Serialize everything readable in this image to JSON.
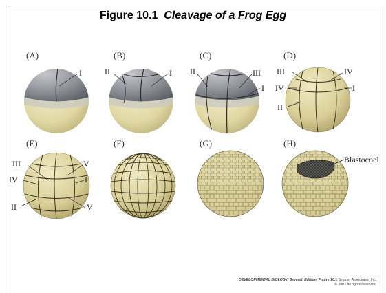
{
  "figure": {
    "number": "Figure 10.1",
    "title": "Cleavage of a Frog Egg"
  },
  "panels": [
    {
      "id": "A",
      "label": "(A)",
      "annotations": [
        "I"
      ]
    },
    {
      "id": "B",
      "label": "(B)",
      "annotations": [
        "II",
        "I"
      ]
    },
    {
      "id": "C",
      "label": "(C)",
      "annotations": [
        "II",
        "III",
        "I"
      ]
    },
    {
      "id": "D",
      "label": "(D)",
      "annotations": [
        "III",
        "IV",
        "IV",
        "I",
        "II"
      ]
    },
    {
      "id": "E",
      "label": "(E)",
      "annotations": [
        "III",
        "V",
        "IV",
        "I",
        "II",
        "V"
      ]
    },
    {
      "id": "F",
      "label": "(F)",
      "annotations": []
    },
    {
      "id": "G",
      "label": "(G)",
      "annotations": []
    },
    {
      "id": "H",
      "label": "(H)",
      "annotations": [
        "Blastocoel"
      ]
    }
  ],
  "footer": {
    "book": "DEVELOPMENTAL BIOLOGY, Seventh Edition,",
    "figref": "Figure 10.1",
    "publisher": "Sinauer Associates, Inc.",
    "copyright": "© 2003 All rights reserved."
  },
  "colors": {
    "animal_pole": "#8e9196",
    "vegetal_pole": "#e3dcae",
    "furrow": "#2c2c2c",
    "cell_outline": "#5c5535"
  }
}
